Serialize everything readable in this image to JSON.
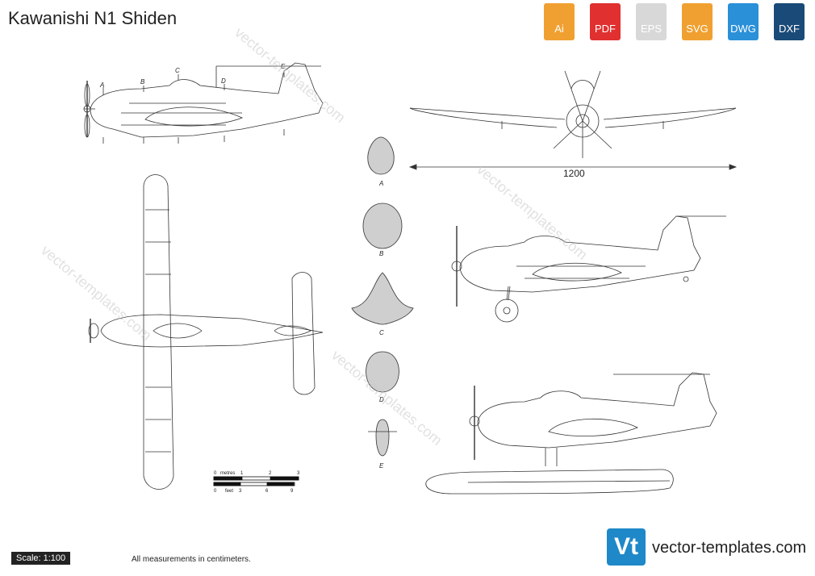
{
  "title": "Kawanishi N1 Shiden",
  "formats": [
    {
      "label": "Ai",
      "color": "#f0a030"
    },
    {
      "label": "PDF",
      "color": "#e03030"
    },
    {
      "label": "EPS",
      "color": "#d8d8d8"
    },
    {
      "label": "SVG",
      "color": "#f0a030"
    },
    {
      "label": "DWG",
      "color": "#2a90d8"
    },
    {
      "label": "DXF",
      "color": "#1a4a78"
    }
  ],
  "sections": [
    "A",
    "B",
    "C",
    "D",
    "E"
  ],
  "side_markers": [
    "A",
    "B",
    "C",
    "D",
    "E"
  ],
  "dimension": "1200",
  "scale_bar": {
    "unit_metres": "metres",
    "unit_feet": "feet",
    "metres_ticks": [
      "0",
      "1",
      "2",
      "3"
    ],
    "feet_ticks": [
      "0",
      "3",
      "6",
      "9"
    ]
  },
  "scale": "Scale: 1:100",
  "note": "All measurements in centimeters.",
  "logo": "Vt",
  "site": "vector-templates.com",
  "watermark": "vector-templates.com"
}
